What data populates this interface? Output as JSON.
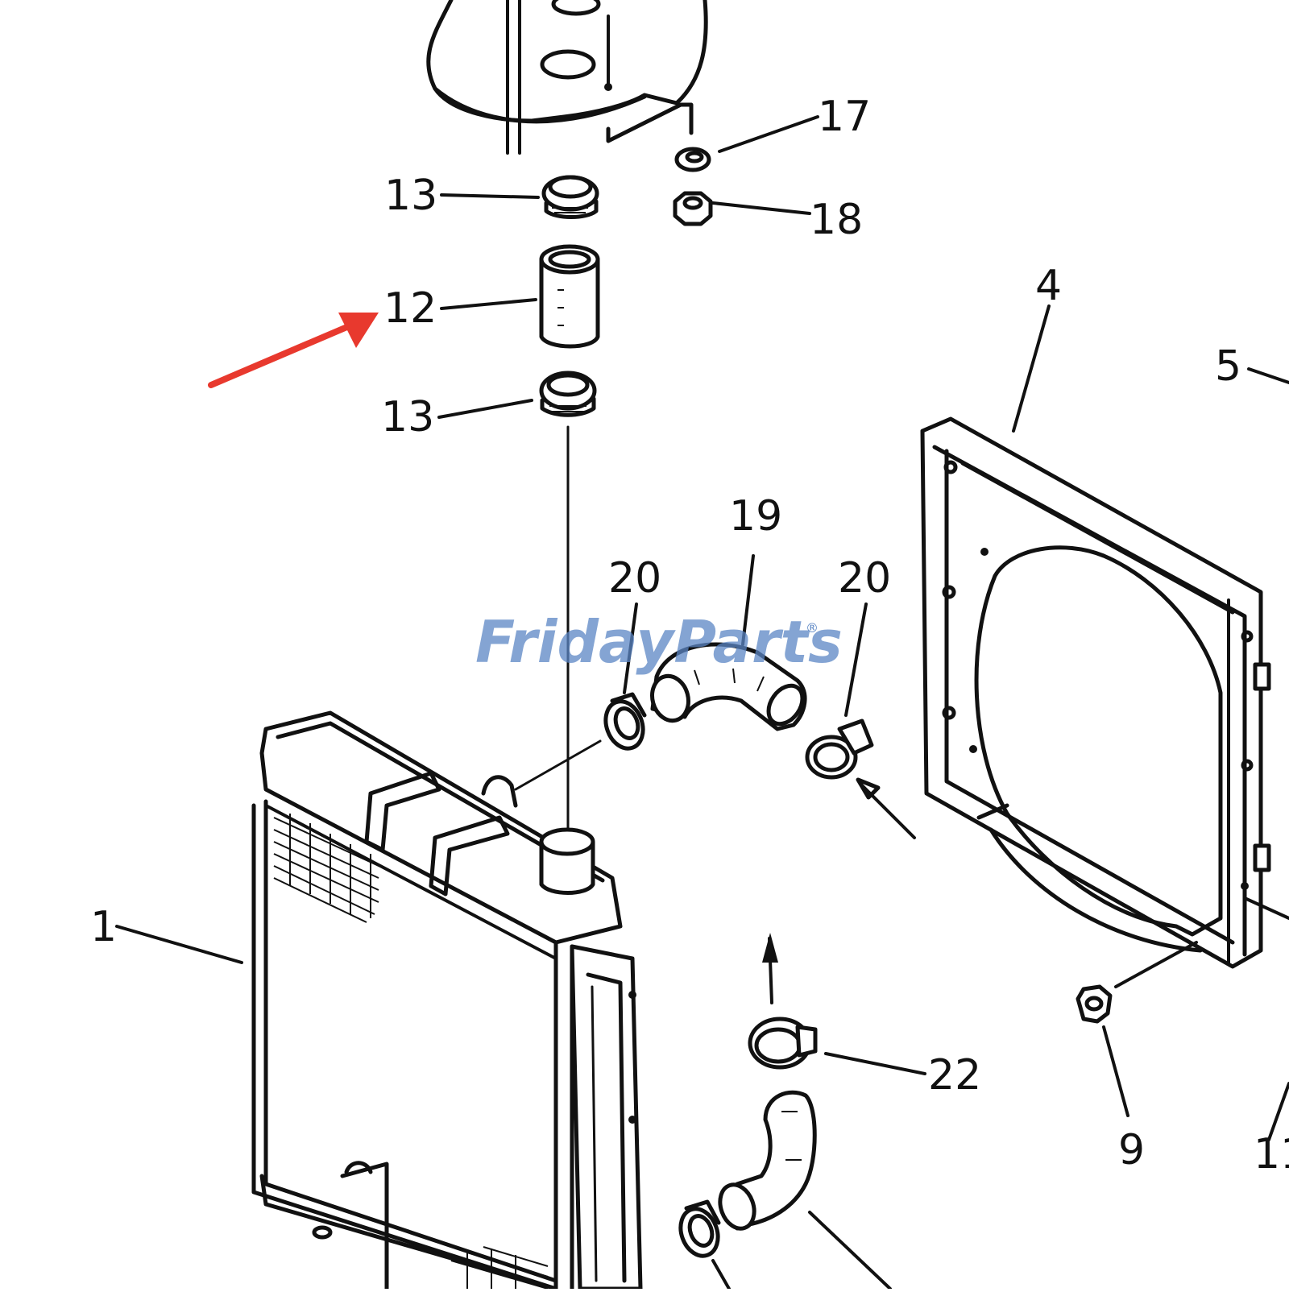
{
  "diagram": {
    "callouts": [
      {
        "id": "c17",
        "label": "17"
      },
      {
        "id": "c13a",
        "label": "13"
      },
      {
        "id": "c18",
        "label": "18"
      },
      {
        "id": "c12",
        "label": "12"
      },
      {
        "id": "c4",
        "label": "4"
      },
      {
        "id": "c5",
        "label": "5"
      },
      {
        "id": "c13b",
        "label": "13"
      },
      {
        "id": "c19",
        "label": "19"
      },
      {
        "id": "c20a",
        "label": "20"
      },
      {
        "id": "c20b",
        "label": "20"
      },
      {
        "id": "c1",
        "label": "1"
      },
      {
        "id": "c22",
        "label": "22"
      },
      {
        "id": "c9",
        "label": "9"
      },
      {
        "id": "c11",
        "label": "11"
      }
    ],
    "highlighted_part": "12",
    "arrow_color": "#e8392e"
  },
  "watermark": {
    "brand_left": "Friday",
    "brand_right": "Parts",
    "registered": "®",
    "blue": "#5b86c4",
    "orange": "#f2a23a"
  }
}
